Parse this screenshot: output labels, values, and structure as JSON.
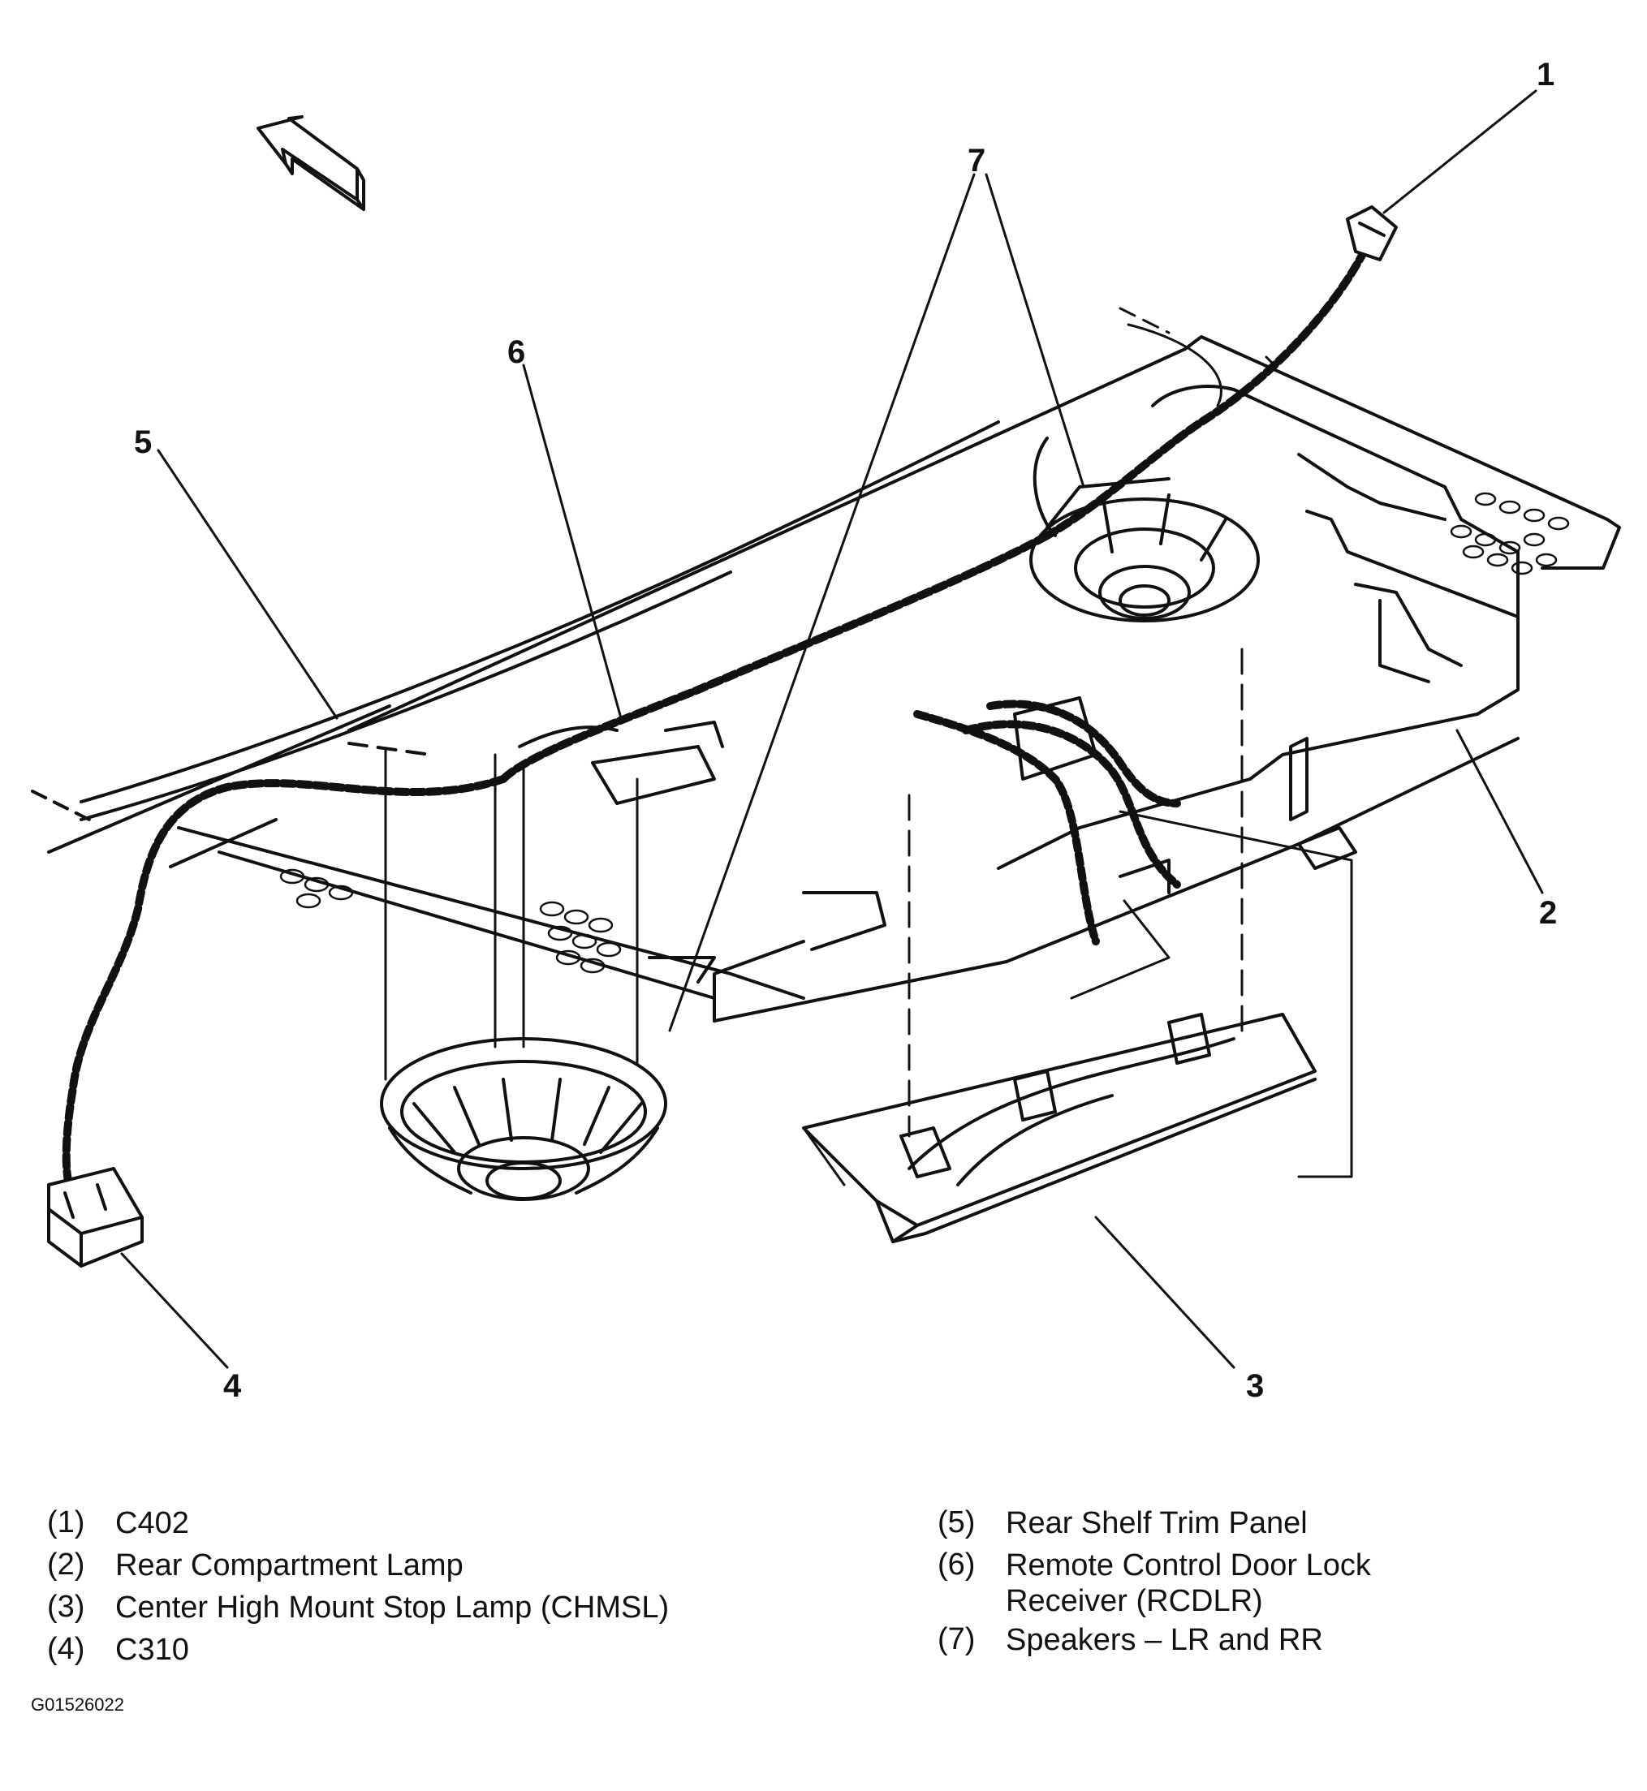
{
  "callouts": [
    "1",
    "2",
    "3",
    "4",
    "5",
    "6",
    "7"
  ],
  "legend": {
    "left": [
      {
        "num": "(1)",
        "text": "C402"
      },
      {
        "num": "(2)",
        "text": "Rear Compartment Lamp"
      },
      {
        "num": "(3)",
        "text": "Center High Mount Stop Lamp (CHMSL)"
      },
      {
        "num": "(4)",
        "text": "C310"
      }
    ],
    "right": [
      {
        "num": "(5)",
        "text": "Rear Shelf Trim Panel"
      },
      {
        "num": "(6)",
        "text": "Remote Control Door Lock",
        "text2": "Receiver (RCDLR)"
      },
      {
        "num": "(7)",
        "text": "Speakers – LR and RR"
      }
    ]
  },
  "figure_code": "G01526022"
}
